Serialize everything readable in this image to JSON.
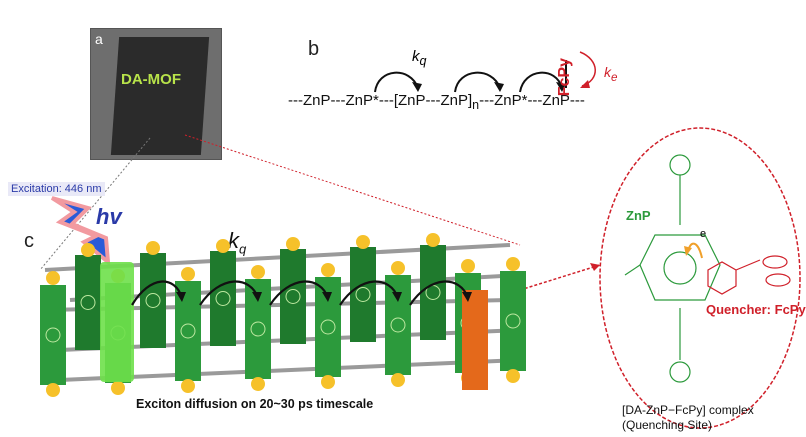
{
  "panel_a": {
    "letter": "a",
    "label": "DA-MOF"
  },
  "panel_b": {
    "letter": "b",
    "scheme_text": "---ZnP---ZnP*---[ZnP---ZnP]",
    "scheme_sub": "n",
    "scheme_tail": "---ZnP*---ZnP---",
    "kq": "k",
    "kq_sub": "q",
    "ke": "k",
    "ke_sub": "e",
    "fcpy": "FcPy"
  },
  "panel_c": {
    "letter": "c",
    "excitation": "Excitation: 446 nm",
    "hv": "hv",
    "kq": "k",
    "kq_sub": "q",
    "caption": "Exciton diffusion on 20~30 ps timescale"
  },
  "complex": {
    "znp_label": "ZnP",
    "electron": "e",
    "quencher_prefix": "Quencher: ",
    "quencher_name": "FcPy",
    "caption_line1": "[DA-ZnP−FcPy] complex",
    "caption_line2": "(Quenching Site)"
  },
  "colors": {
    "green": "#2c9a3c",
    "red": "#d0202a",
    "orange": "#e4691b",
    "yellow": "#f6c12a",
    "blue": "#2a3aa8"
  }
}
